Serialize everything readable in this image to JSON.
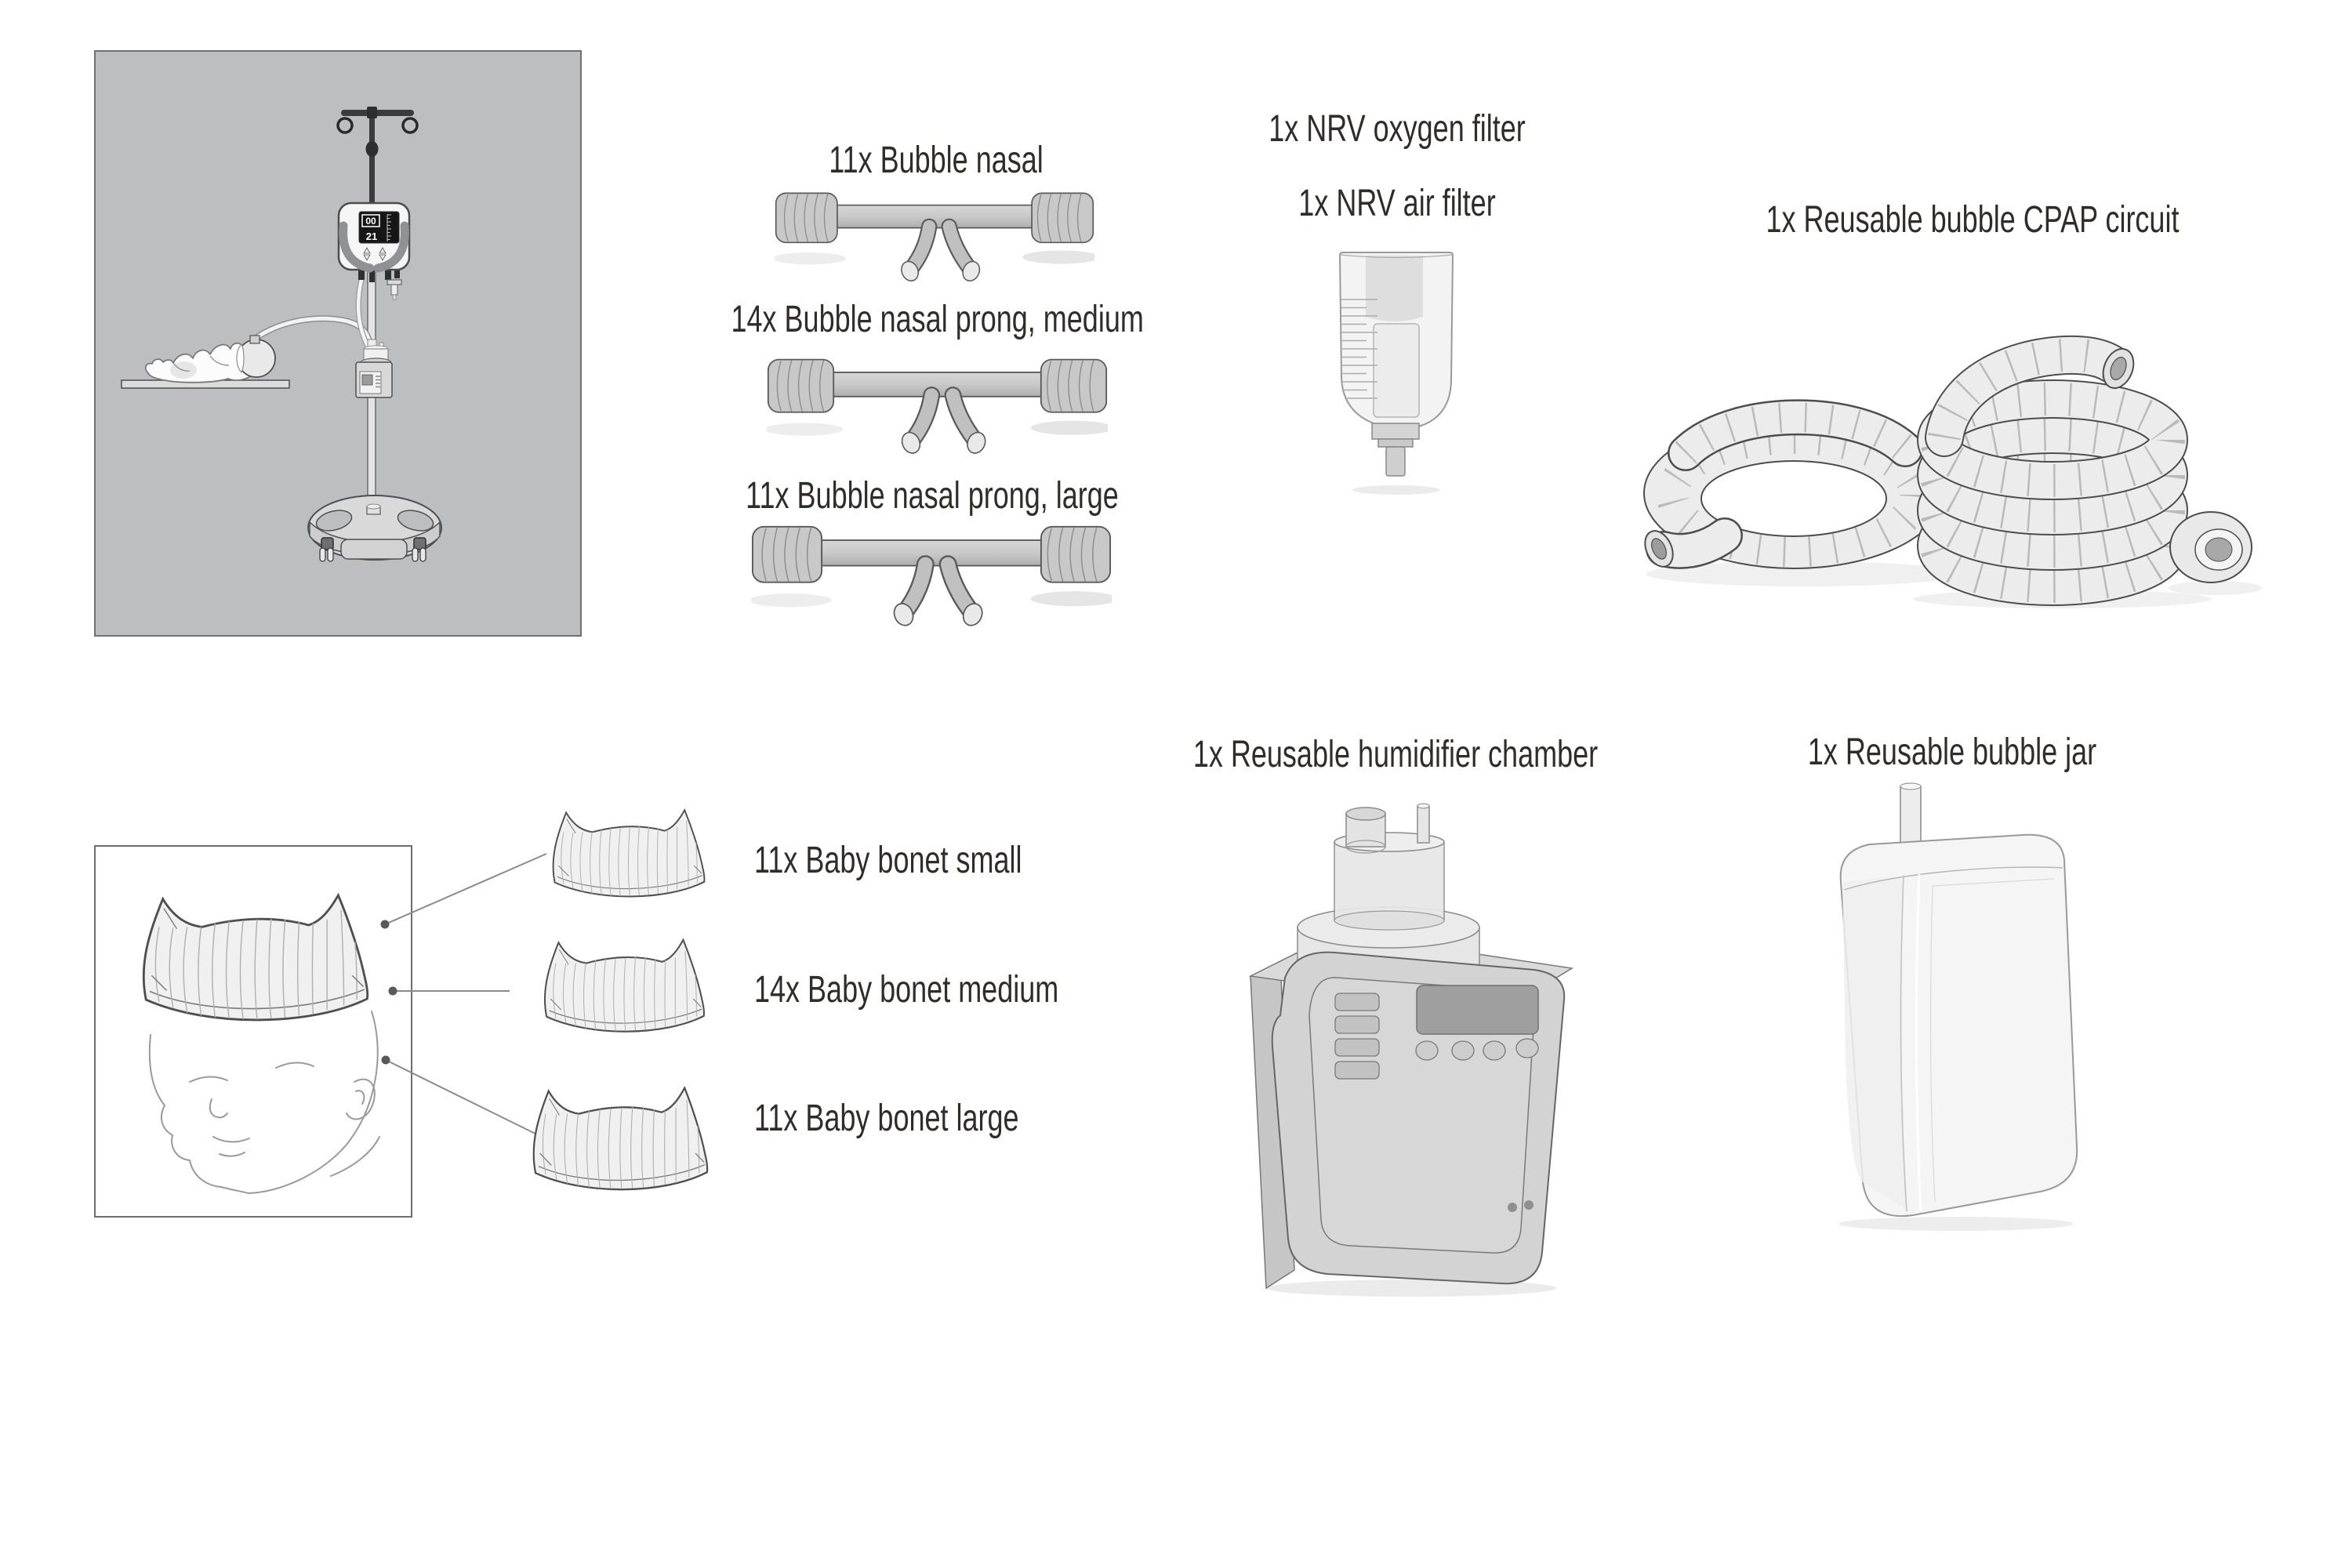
{
  "labels": {
    "bubble_nasal": "11x Bubble nasal",
    "bubble_nasal_prong_medium": "14x Bubble nasal prong, medium",
    "bubble_nasal_prong_large": "11x Bubble nasal prong, large",
    "nrv_oxygen_filter": "1x NRV oxygen filter",
    "nrv_air_filter": "1x NRV air filter",
    "reusable_cpap_circuit": "1x Reusable bubble CPAP circuit",
    "baby_bonet_small": "11x Baby bonet small",
    "baby_bonet_medium": "14x Baby bonet medium",
    "baby_bonet_large": "11x Baby bonet large",
    "reusable_humidifier_chamber": "1x Reusable humidifier chamber",
    "reusable_bubble_jar": "1x Reusable bubble jar"
  },
  "scene": {
    "machine_display_flow": "00",
    "machine_display_oxygen": "21"
  },
  "colors": {
    "scene_background": "#bcbec0",
    "label_text": "#2f2c29",
    "outline": "#4f4f4f",
    "illustration_fill": "#e9e9e9"
  }
}
